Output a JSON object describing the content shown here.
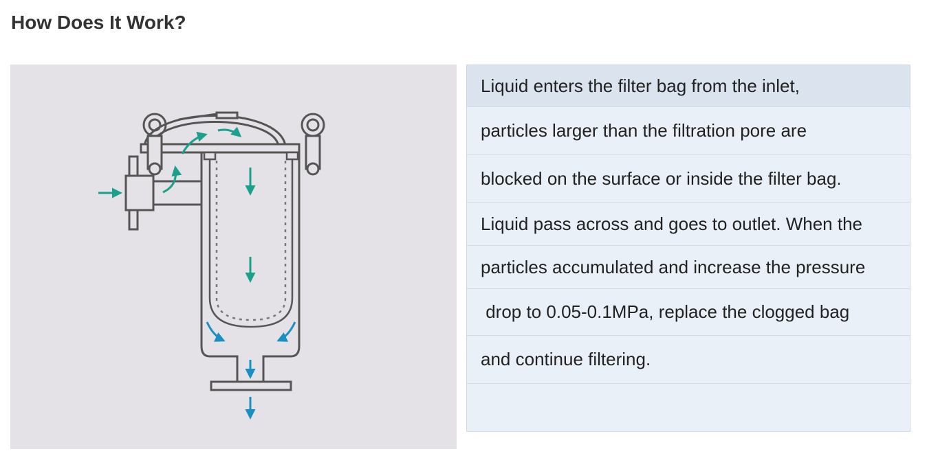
{
  "heading": "How Does It Work?",
  "description_rows": [
    "Liquid enters the filter bag from the inlet,",
    "particles larger than the filtration pore are",
    "blocked on the surface or inside the filter bag.",
    "Liquid pass across and goes to outlet. When the",
    "particles accumulated and increase the pressure",
    " drop to 0.05-0.1MPa, replace the clogged bag",
    "and continue filtering.",
    ""
  ],
  "colors": {
    "panel_background": "#e4e2e6",
    "outline": "#555555",
    "flow_arrow_green": "#1aa08c",
    "flow_arrow_blue": "#1a8fc4",
    "table_row": "#eaf0f7",
    "table_header_row": "#dbe3ee"
  }
}
